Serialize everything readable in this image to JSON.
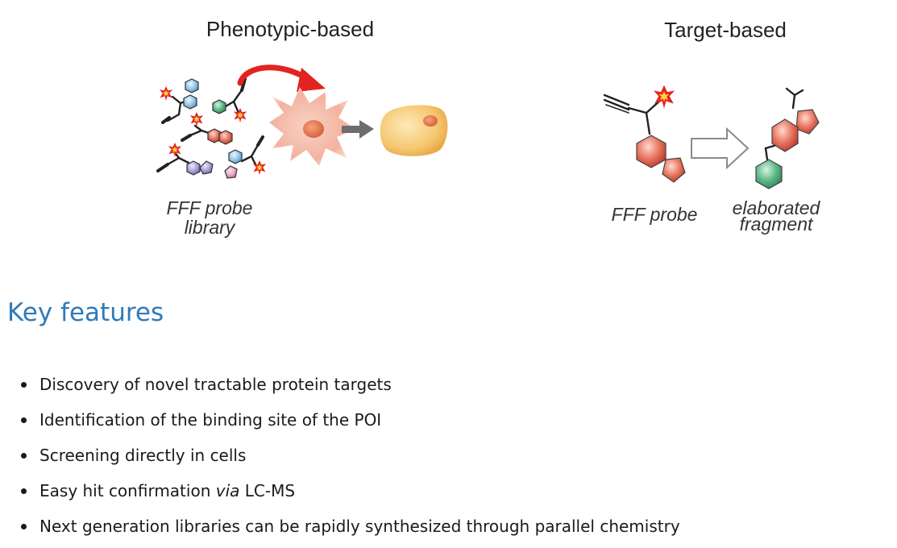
{
  "figure": {
    "phenotypic": {
      "title": "Phenotypic-based",
      "caption_line1": "FFF probe",
      "caption_line2": "library"
    },
    "target": {
      "title": "Target-based",
      "probe_caption": "FFF probe",
      "product_caption_line1": "elaborated",
      "product_caption_line2": "fragment"
    }
  },
  "heading": "Key features",
  "features": [
    {
      "text": "Discovery of novel tractable protein targets"
    },
    {
      "text": "Identification of the binding site of the POI"
    },
    {
      "text": "Screening directly in cells"
    },
    {
      "before": "Easy hit confirmation ",
      "em": "via",
      "after": " LC-MS"
    },
    {
      "text": "Next generation libraries can be rapidly synthesized through parallel chemistry"
    }
  ],
  "colors": {
    "heading": "#2f7ab8",
    "red_arrow": "#e3231f",
    "ring_red": "#d9533e",
    "ring_blue": "#7fb4da",
    "ring_green": "#4faa7a",
    "ring_purple": "#9a8fcf",
    "cell_pink": "#f6b8a6",
    "cell_yellow": "#f5c770"
  },
  "icons": [
    "star-burst-icon",
    "alkyne-icon",
    "hexagon-ring-icon",
    "pentagon-ring-icon",
    "cell-icon",
    "arrow-icon"
  ]
}
